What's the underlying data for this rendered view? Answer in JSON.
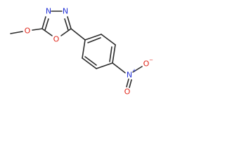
{
  "molecule": {
    "atoms": {
      "n3": "N",
      "n4": "N",
      "o_ring": "O",
      "o_methoxy": "O",
      "n_nitro": "N",
      "o_nitro_top": "O",
      "o_nitro_bottom": "O"
    },
    "charges": {
      "n_nitro": "+",
      "o_nitro_top": "−"
    }
  },
  "colors": {
    "nitrogen": "#2332d6",
    "oxygen": "#e0261a",
    "bond": "#2b2b2b"
  }
}
